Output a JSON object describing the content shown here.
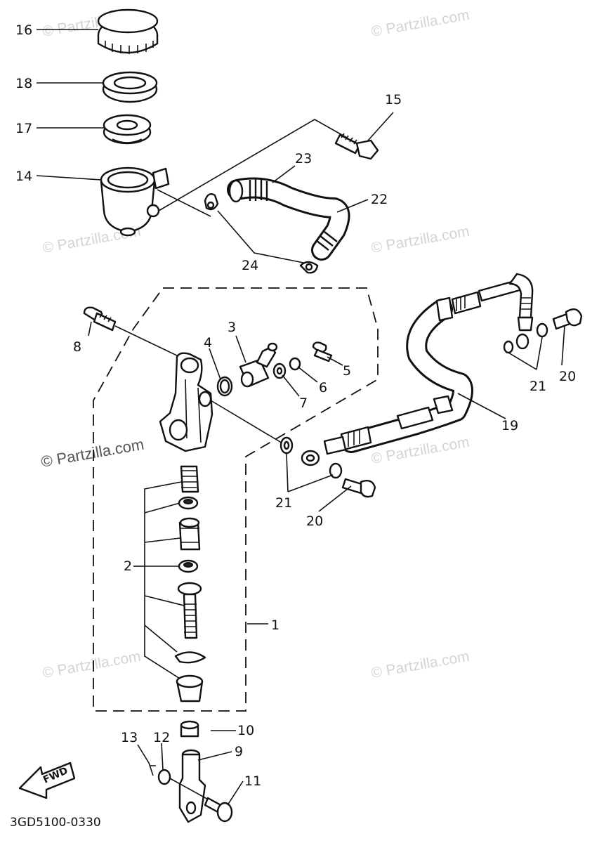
{
  "watermark": {
    "text": "© Partzilla.com",
    "featured_text": "© Partzilla.com"
  },
  "footer": {
    "diagram_code": "3GD5100-0330",
    "fwd_label": "FWD"
  },
  "callouts": [
    {
      "id": "c16",
      "text": "16"
    },
    {
      "id": "c18",
      "text": "18"
    },
    {
      "id": "c17",
      "text": "17"
    },
    {
      "id": "c14",
      "text": "14"
    },
    {
      "id": "c15",
      "text": "15"
    },
    {
      "id": "c23",
      "text": "23"
    },
    {
      "id": "c22",
      "text": "22"
    },
    {
      "id": "c24",
      "text": "24"
    },
    {
      "id": "c8",
      "text": "8"
    },
    {
      "id": "c3",
      "text": "3"
    },
    {
      "id": "c4",
      "text": "4"
    },
    {
      "id": "c5",
      "text": "5"
    },
    {
      "id": "c6",
      "text": "6"
    },
    {
      "id": "c7",
      "text": "7"
    },
    {
      "id": "c21a",
      "text": "21"
    },
    {
      "id": "c20a",
      "text": "20"
    },
    {
      "id": "c19",
      "text": "19"
    },
    {
      "id": "c21b",
      "text": "21"
    },
    {
      "id": "c20b",
      "text": "20"
    },
    {
      "id": "c2",
      "text": "2"
    },
    {
      "id": "c1",
      "text": "1"
    },
    {
      "id": "c10",
      "text": "10"
    },
    {
      "id": "c9",
      "text": "9"
    },
    {
      "id": "c13",
      "text": "13"
    },
    {
      "id": "c12",
      "text": "12"
    },
    {
      "id": "c11",
      "text": "11"
    }
  ]
}
